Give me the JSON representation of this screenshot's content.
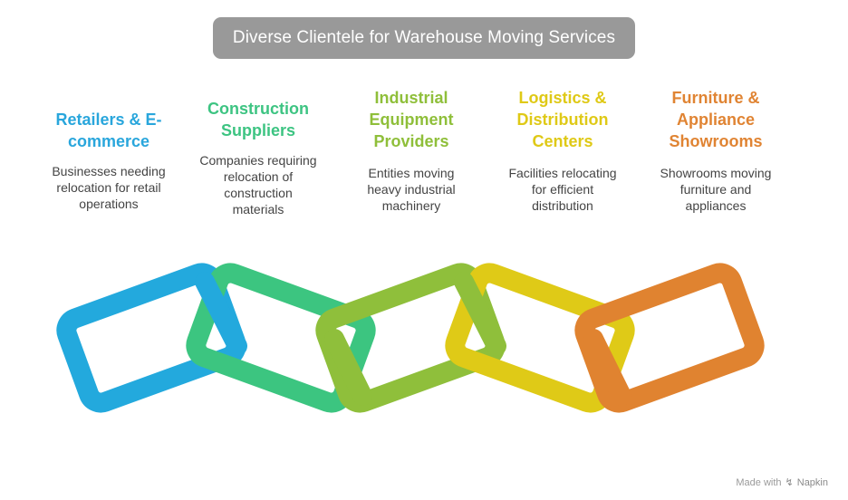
{
  "title": "Diverse Clientele for Warehouse Moving Services",
  "columns": [
    {
      "title": "Retailers & E-commerce",
      "title_lines": [
        "Retailers & E-",
        "commerce"
      ],
      "color": "#29a6dc",
      "desc_lines": [
        "Businesses needing",
        "relocation for retail",
        "operations"
      ]
    },
    {
      "title": "Construction Suppliers",
      "title_lines": [
        "Construction",
        "Suppliers"
      ],
      "color": "#3dc482",
      "desc_lines": [
        "Companies requiring",
        "relocation of",
        "construction",
        "materials"
      ]
    },
    {
      "title": "Industrial Equipment Providers",
      "title_lines": [
        "Industrial",
        "Equipment",
        "Providers"
      ],
      "color": "#8fbf3a",
      "desc_lines": [
        "Entities moving",
        "heavy industrial",
        "machinery"
      ]
    },
    {
      "title": "Logistics & Distribution Centers",
      "title_lines": [
        "Logistics &",
        "Distribution",
        "Centers"
      ],
      "color": "#dfc916",
      "desc_lines": [
        "Facilities relocating",
        "for efficient",
        "distribution"
      ]
    },
    {
      "title": "Furniture & Appliance Showrooms",
      "title_lines": [
        "Furniture &",
        "Appliance",
        "Showrooms"
      ],
      "color": "#e08433",
      "desc_lines": [
        "Showrooms moving",
        "furniture and",
        "appliances"
      ]
    }
  ],
  "chain_colors": [
    "#23a9dd",
    "#3cc580",
    "#8fbf3b",
    "#dfca17",
    "#e08330"
  ],
  "footer": {
    "prefix": "Made with",
    "brand": "Napkin",
    "icon": "napkin-logo-icon"
  }
}
